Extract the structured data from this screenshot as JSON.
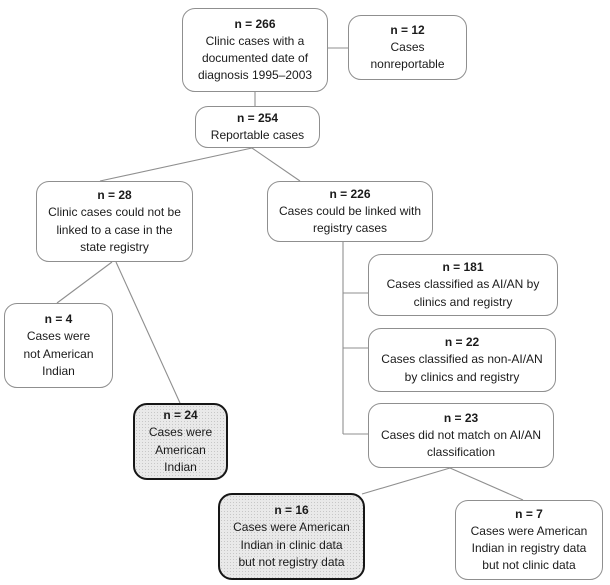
{
  "colors": {
    "box_border": "#8f8f8f",
    "emphasis_border": "#161616",
    "emphasis_fill": "#e3e3e3",
    "connector_line": "#8f8f8f",
    "text": "#1b1b1b"
  },
  "boxes": [
    {
      "n": "n = 266",
      "lines": [
        "Clinic cases with a",
        "documented date of",
        "diagnosis 1995–2003"
      ],
      "emphasis": false
    },
    {
      "n": "n = 12",
      "lines": [
        "Cases",
        "nonreportable"
      ],
      "emphasis": false
    },
    {
      "n": "n = 254",
      "lines": [
        "Reportable cases"
      ],
      "emphasis": false
    },
    {
      "n": "n = 28",
      "lines": [
        "Clinic cases could not be",
        "linked to a case in the",
        "state registry"
      ],
      "emphasis": false
    },
    {
      "n": "n = 226",
      "lines": [
        "Cases could be linked with",
        "registry cases"
      ],
      "emphasis": false
    },
    {
      "n": "n = 4",
      "lines": [
        "Cases were",
        "not American",
        "Indian"
      ],
      "emphasis": false
    },
    {
      "n": "n = 24",
      "lines": [
        "Cases were",
        "American",
        "Indian"
      ],
      "emphasis": true
    },
    {
      "n": "n = 181",
      "lines": [
        "Cases classified as AI/AN by",
        "clinics and registry"
      ],
      "emphasis": false
    },
    {
      "n": "n = 22",
      "lines": [
        "Cases classified as non-AI/AN",
        "by clinics and registry"
      ],
      "emphasis": false
    },
    {
      "n": "n = 23",
      "lines": [
        "Cases did not match on AI/AN",
        "classification"
      ],
      "emphasis": false
    },
    {
      "n": "n = 16",
      "lines": [
        "Cases were American",
        "Indian in clinic data",
        "but not registry data"
      ],
      "emphasis": true
    },
    {
      "n": "n = 7",
      "lines": [
        "Cases were American",
        "Indian in registry data",
        "but not clinic data"
      ],
      "emphasis": false
    }
  ]
}
